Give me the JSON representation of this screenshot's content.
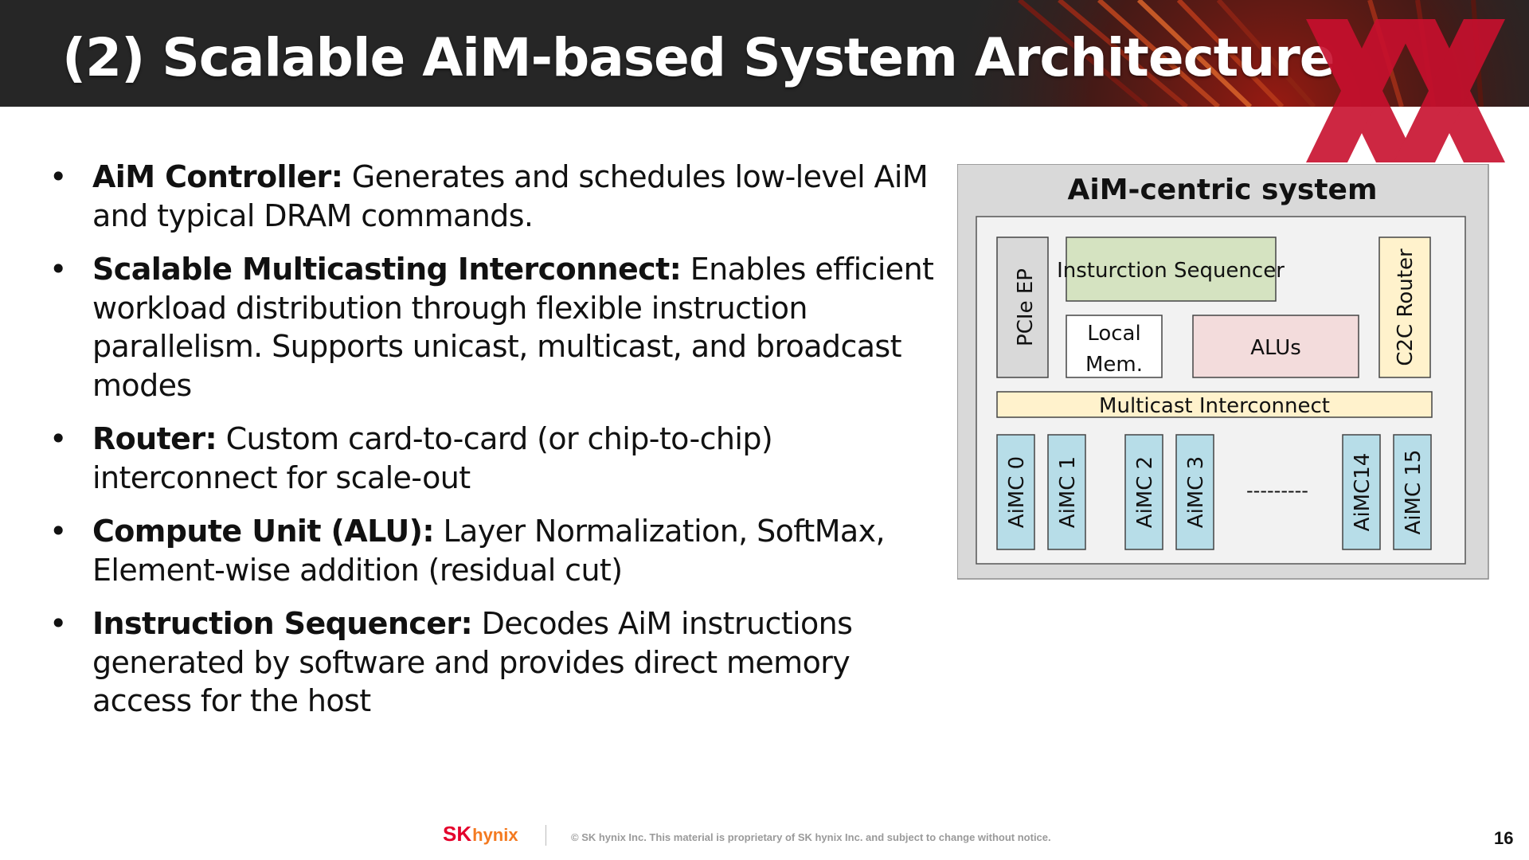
{
  "title": "(2) Scalable AiM-based System Architecture",
  "bullet_char": "•",
  "bullets": [
    {
      "term": "AiM Controller:",
      "text": " Generates and schedules low-level AiM and typical DRAM commands."
    },
    {
      "term": "Scalable Multicasting Interconnect:",
      "text": " Enables efficient workload distribution through flexible instruction parallelism. Supports unicast, multicast, and broadcast modes"
    },
    {
      "term": "Router:",
      "text": " Custom card-to-card (or chip-to-chip) interconnect for scale-out"
    },
    {
      "term": "Compute Unit (ALU):",
      "text": " Layer Normalization, SoftMax, Element-wise addition (residual cut)"
    },
    {
      "term": "Instruction Sequencer:",
      "text": " Decodes AiM instructions generated by software and provides direct memory access for the host"
    }
  ],
  "diagram": {
    "title": "AiM-centric system",
    "pcie": "PCIe EP",
    "sequencer": "Insturction Sequencer",
    "router": "C2C Router",
    "local_mem_line1": "Local",
    "local_mem_line2": "Mem.",
    "alus": "ALUs",
    "multicast": "Multicast Interconnect",
    "aimc": [
      "AiMC 0",
      "AiMC 1",
      "AiMC 2",
      "AiMC 3",
      "AiMC14",
      "AiMC 15"
    ],
    "ellipsis": "---------"
  },
  "footer": {
    "logo_sk": "SK",
    "logo_hynix": "hynix",
    "notice": "© SK hynix Inc. This material is proprietary of SK hynix Inc. and subject to change without notice.",
    "page_number": "16"
  },
  "colors": {
    "header_bg": "#262626",
    "brand_red": "#c8102e",
    "sequencer_fill": "#d5e3c1",
    "alu_fill": "#f3dcdc",
    "router_fill": "#fff2cc",
    "multicast_fill": "#fff2cc",
    "aimc_fill": "#b7dde8",
    "system_outer": "#d9d9d9",
    "system_inner": "#f2f2f2"
  }
}
